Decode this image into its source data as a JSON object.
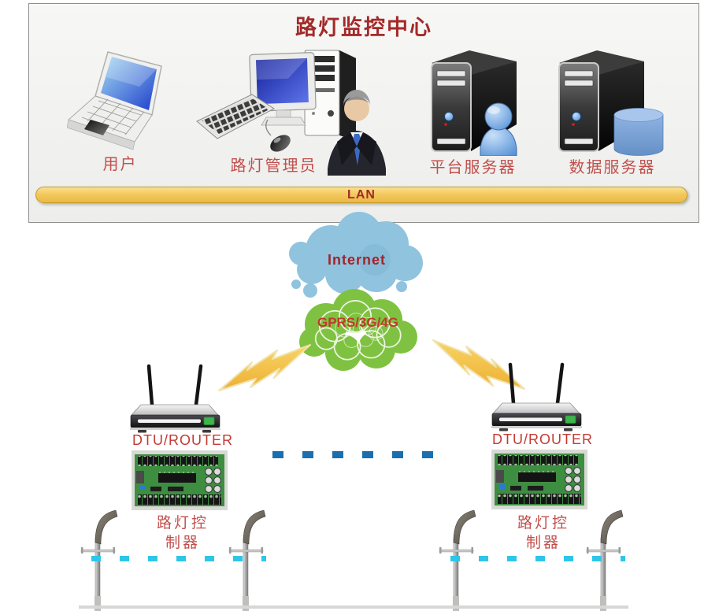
{
  "colors": {
    "title_red": "#A32A2A",
    "label_red": "#C0504D",
    "lan_gold": "#F3C95F",
    "internet_cloud_blue": "#8FC3DE",
    "gprs_cloud_green": "#7FC241",
    "lightning_gold": "#F5C242",
    "dash_mid_blue": "#1B6FAE",
    "dash_cyan": "#2EC6E8"
  },
  "center": {
    "title": "路灯监控中心",
    "lan_label": "LAN",
    "nodes": [
      {
        "icon": "laptop-icon",
        "label": "用户"
      },
      {
        "icon": "desktop-admin-icon",
        "label": "路灯管理员"
      },
      {
        "icon": "server-user-icon",
        "label": "平台服务器"
      },
      {
        "icon": "server-database-icon",
        "label": "数据服务器"
      }
    ]
  },
  "clouds": {
    "internet": "Internet",
    "gprs": "GPRS/3G/4G"
  },
  "sites": {
    "left": {
      "router": "DTU/ROUTER",
      "controller_line1": "路灯控",
      "controller_line2": "制器"
    },
    "right": {
      "router": "DTU/ROUTER",
      "controller_line1": "路灯控",
      "controller_line2": "制器"
    }
  }
}
